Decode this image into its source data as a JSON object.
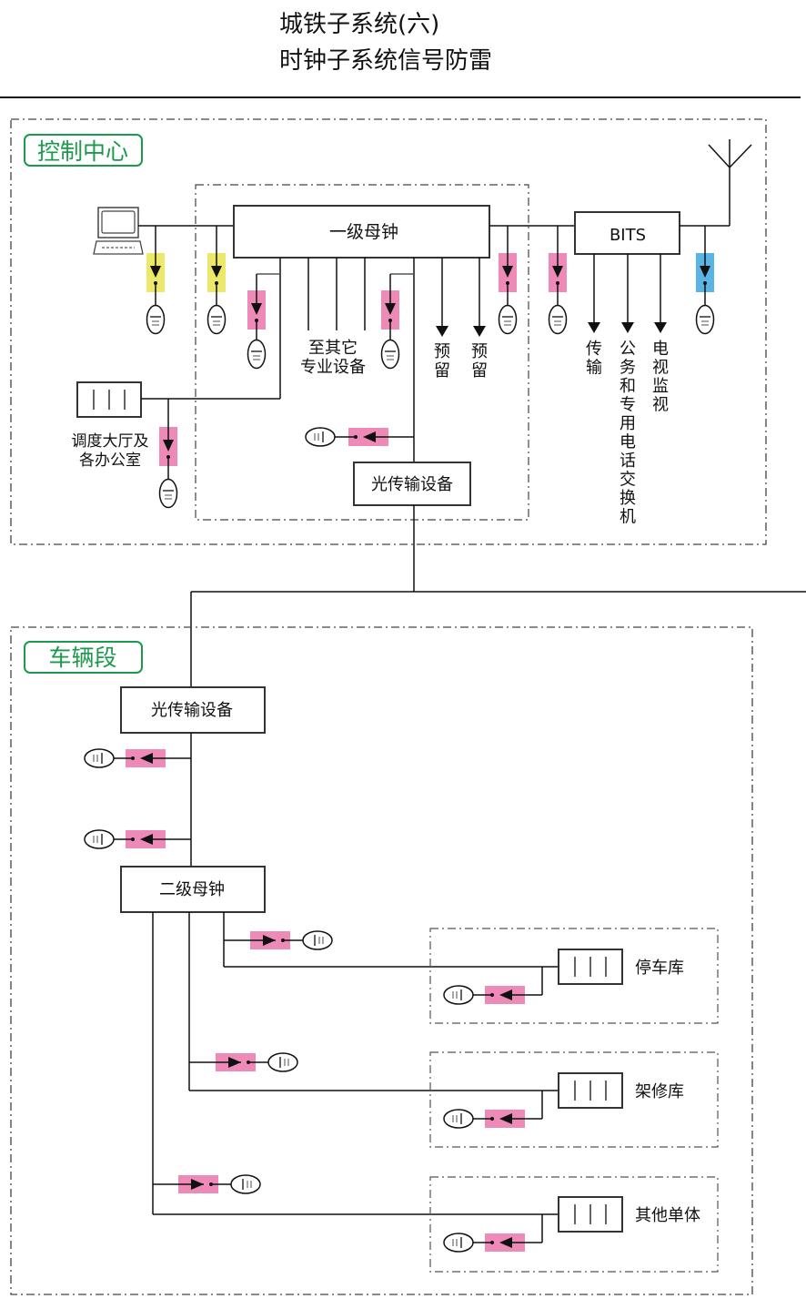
{
  "title": {
    "line1": "城铁子系统(六)",
    "line2": "时钟子系统信号防雷"
  },
  "colors": {
    "section_label": "#1a9a4a",
    "protector_yellow": "#ece86a",
    "protector_pink": "#ee8ab8",
    "protector_blue": "#5ab4e6",
    "line": "#111111",
    "dash": "#555555"
  },
  "control_center": {
    "section_label": "控制中心",
    "master_clock": "一级母钟",
    "bits": "BITS",
    "optical_transmission": "光传输设备",
    "dispatch_label_line1": "调度大厅及",
    "dispatch_label_line2": "各办公室",
    "other_equipment_line1": "至其它",
    "other_equipment_line2": "专业设备",
    "reserved_1": "预留",
    "reserved_2": "预留",
    "bits_outputs": [
      "传输",
      "公务和专用电话交换机",
      "电视监视"
    ]
  },
  "depot": {
    "section_label": "车辆段",
    "optical_transmission": "光传输设备",
    "secondary_clock": "二级母钟",
    "branches": [
      "停车库",
      "架修库",
      "其他单体"
    ]
  }
}
